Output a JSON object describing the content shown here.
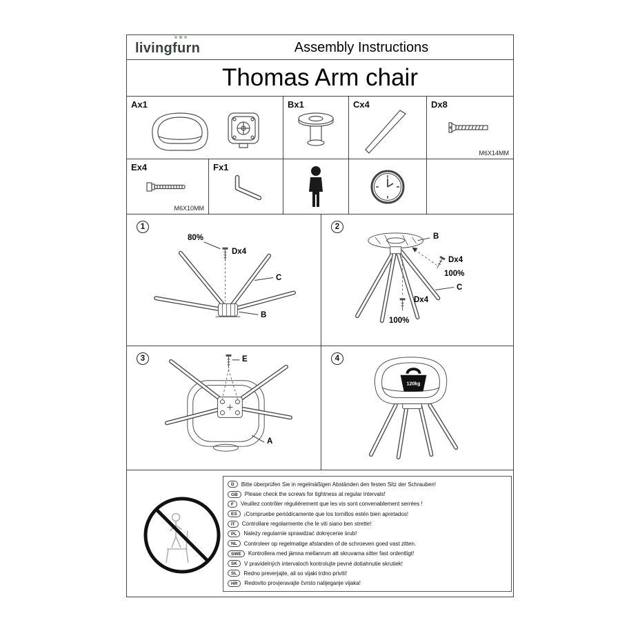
{
  "header": {
    "logo": "livingfurn",
    "title": "Assembly Instructions"
  },
  "product": {
    "title": "Thomas Arm chair"
  },
  "parts": {
    "a": {
      "label": "Ax1"
    },
    "b": {
      "label": "Bx1"
    },
    "c": {
      "label": "Cx4"
    },
    "d": {
      "label": "Dx8",
      "size": "M6X14MM"
    },
    "e": {
      "label": "Ex4",
      "size": "M6X10MM"
    },
    "f": {
      "label": "Fx1"
    }
  },
  "steps": {
    "s1": {
      "num": "1",
      "pct": "80%",
      "screw": "Dx4",
      "leg": "C",
      "hub": "B"
    },
    "s2": {
      "num": "2",
      "base": "B",
      "screw1": "Dx4",
      "pct1": "100%",
      "leg": "C",
      "screw2": "Dx4",
      "pct2": "100%"
    },
    "s3": {
      "num": "3",
      "screw": "E",
      "seat": "A"
    },
    "s4": {
      "num": "4",
      "weight": "120kg"
    }
  },
  "warnings": [
    {
      "code": "D",
      "text": "Bitte überprüfen Sie in regelmäßigen Abständen den festen Sitz der Schrauben!"
    },
    {
      "code": "GB",
      "text": "Please check the screws for tightness at regular intervals!"
    },
    {
      "code": "F",
      "text": "Veuillez contrôler régulièrement que les vis sont convenablement serrées !"
    },
    {
      "code": "ES",
      "text": "¡Compruebe periódicamente que los tornillos estén bien apretados!"
    },
    {
      "code": "IT",
      "text": "Controllare regolarmente che le viti siano ben strette!"
    },
    {
      "code": "PL",
      "text": "Należy regularnie sprawdzać dokręcenie śrub!"
    },
    {
      "code": "NL",
      "text": "Controleer op regelmatige afstanden of de schroeven goed vast zitten."
    },
    {
      "code": "SWE",
      "text": "Kontrollera med jämna mellanrum att skruvarna sitter fast ordentligt!"
    },
    {
      "code": "SK",
      "text": "V pravidelných intervaloch kontrolujte pevné dotiahnutie skrutiek!"
    },
    {
      "code": "SL",
      "text": "Redno preverjajte, ali so vijaki trdno priviti!"
    },
    {
      "code": "HR",
      "text": "Redovito provjeravajte čvrsto nalijeganje vijaka!"
    }
  ]
}
